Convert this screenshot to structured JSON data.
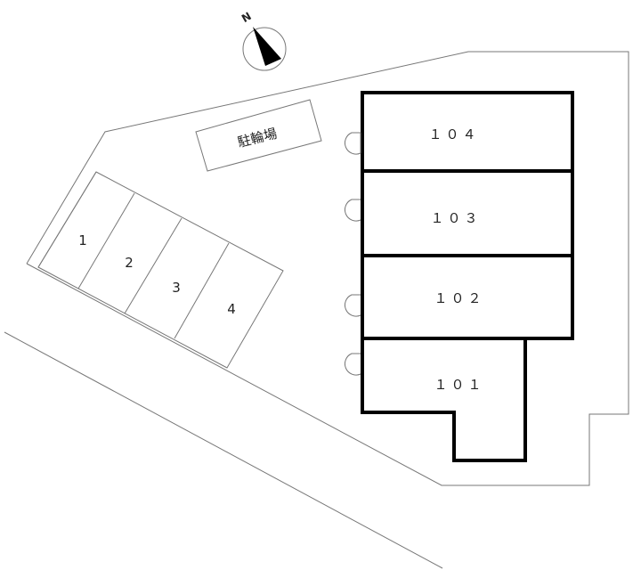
{
  "compass": {
    "label": "N"
  },
  "bicycle_parking": {
    "label": "駐輪場"
  },
  "parking_spaces": [
    "1",
    "2",
    "3",
    "4"
  ],
  "units": [
    {
      "number": "１０４"
    },
    {
      "number": "１０３"
    },
    {
      "number": "１０２"
    },
    {
      "number": "１０１"
    }
  ]
}
